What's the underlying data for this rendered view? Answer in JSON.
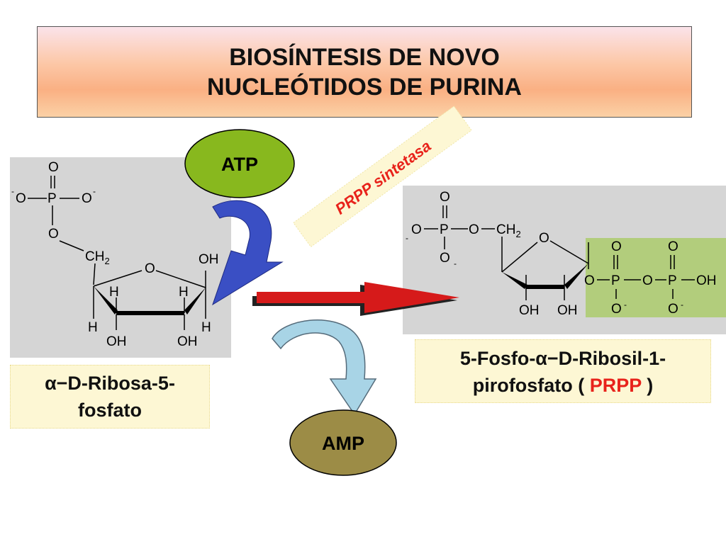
{
  "title": {
    "line1": "BIOSÍNTESIS DE NOVO",
    "line2": "NUCLEÓTIDOS DE PURINA"
  },
  "enzyme": {
    "label": "PRPP sintetasa",
    "color": "#e8231b",
    "background": "#fdf7d4"
  },
  "cofactor_in": {
    "label": "ATP",
    "color": "#88b81e"
  },
  "cofactor_out": {
    "label": "AMP",
    "color": "#9c8c46"
  },
  "substrate": {
    "name_line1": "α−D-Ribosa-5-",
    "name_line2": "fosfato",
    "atoms": {
      "O": "O",
      "P": "P",
      "O_neg_left": "O",
      "O_neg_right": "O",
      "minus": "-",
      "CH2": "CH",
      "CH2_sub": "2",
      "H": "H",
      "OH": "OH"
    }
  },
  "product": {
    "name_line1": "5-Fosfo-α−D-Ribosil-1-",
    "name_line2_prefix": "pirofosfato ( ",
    "name_line2_highlight": "PRPP",
    "name_line2_suffix": " )",
    "highlight_color": "#e8231b",
    "pyrophosphate_color": "#b2cd7c",
    "atoms": {
      "O": "O",
      "P": "P",
      "OH": "OH",
      "minus": "-",
      "CH2": "CH",
      "CH2_sub": "2",
      "bond_double": "||"
    }
  },
  "colors": {
    "main_arrow": "#d61a1a",
    "atp_arrow": "#3a4fc4",
    "amp_arrow": "#a8d4e6",
    "panel": "#d5d5d5"
  }
}
